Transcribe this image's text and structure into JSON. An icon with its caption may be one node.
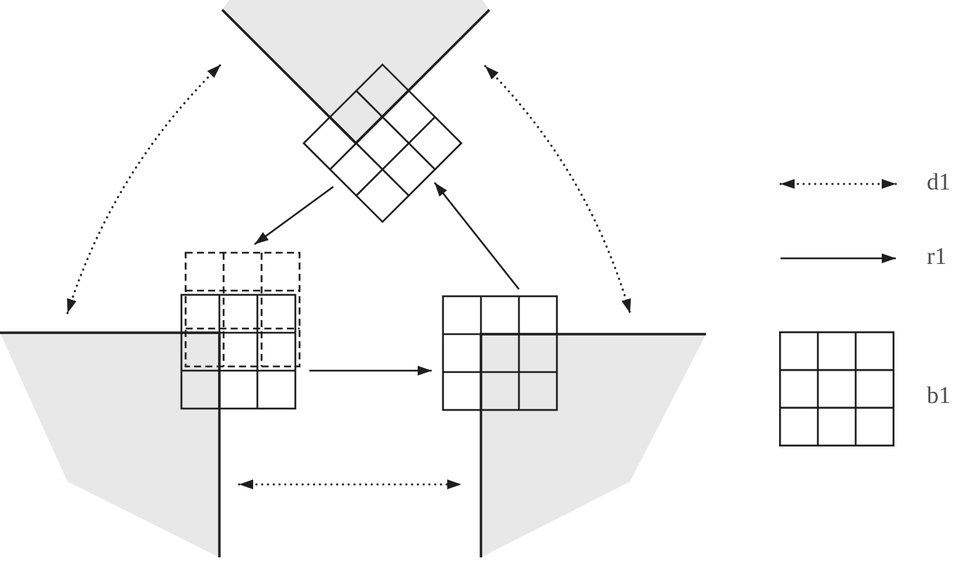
{
  "diagram": {
    "nodes": [
      {
        "text": [],
        "shape": "sector"
      },
      {
        "text": [],
        "shape": "grid"
      },
      {
        "text": [],
        "shape": "sector"
      },
      {
        "text": [],
        "shape": "grid"
      },
      {
        "text": [],
        "shape": "sector"
      },
      {
        "text": [],
        "shape": "grid"
      }
    ],
    "edges": [
      {
        "from": 1,
        "to": 3,
        "arrow": "to"
      },
      {
        "from": 3,
        "to": 5,
        "arrow": "to"
      },
      {
        "from": 5,
        "to": 1,
        "arrow": "to"
      },
      {
        "from": 2,
        "to": 0,
        "arrow": "both",
        "style": "dashed"
      },
      {
        "from": 0,
        "to": 4,
        "arrow": "both",
        "style": "dashed"
      },
      {
        "from": 2,
        "to": 4,
        "arrow": "both",
        "style": "dashed"
      }
    ],
    "legend": [
      {
        "text": "d1"
      },
      {
        "text": "r1"
      },
      {
        "text": "b1"
      }
    ]
  }
}
